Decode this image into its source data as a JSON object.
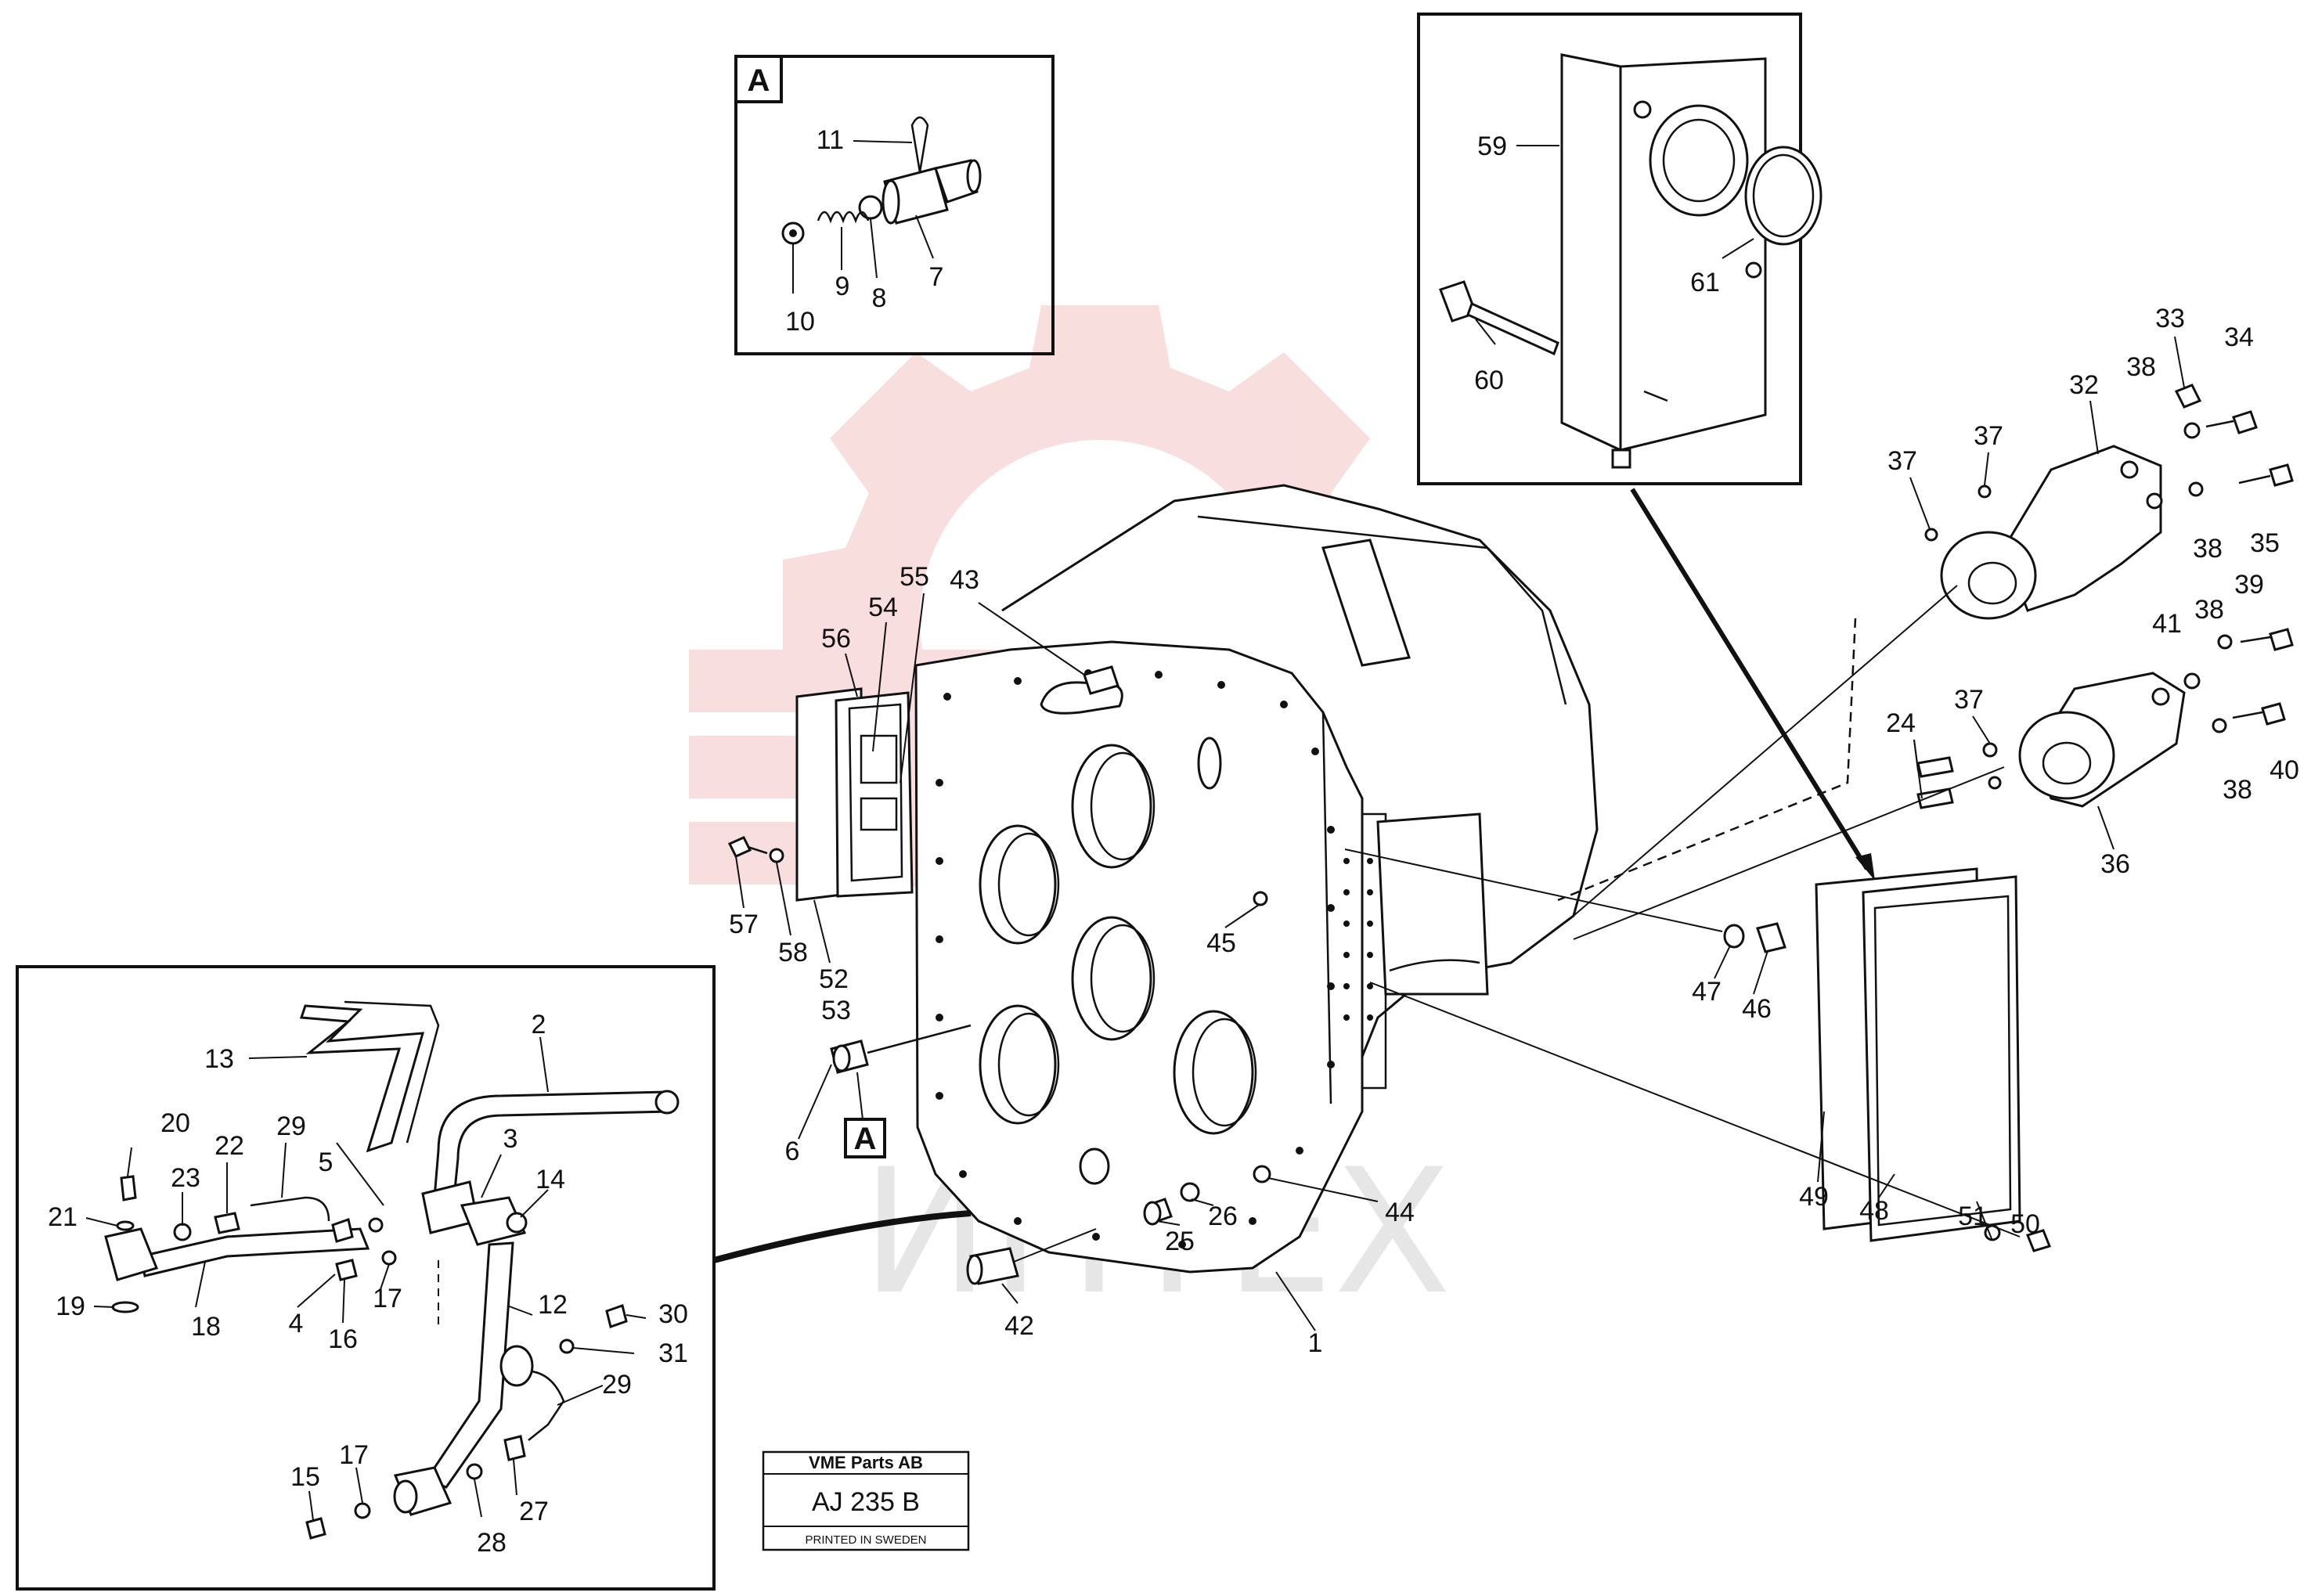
{
  "detail_a": {
    "title": "A",
    "labels": [
      "11",
      "10",
      "9",
      "8",
      "7"
    ]
  },
  "detail_b": {
    "labels": [
      "59",
      "61",
      "60"
    ]
  },
  "detail_c": {
    "labels": [
      "13",
      "2",
      "20",
      "22",
      "29",
      "5",
      "3",
      "14",
      "21",
      "23",
      "19",
      "18",
      "4",
      "16",
      "17",
      "12",
      "30",
      "31",
      "29",
      "15",
      "17",
      "27",
      "28"
    ]
  },
  "main": {
    "labels": [
      "43",
      "55",
      "54",
      "56",
      "57",
      "58",
      "52",
      "53",
      "6",
      "45",
      "25",
      "26",
      "44",
      "42",
      "1",
      "47",
      "46",
      "49",
      "48",
      "51",
      "50",
      "24",
      "37",
      "36",
      "41",
      "38",
      "39",
      "38",
      "40",
      "37",
      "37",
      "32",
      "33",
      "34",
      "38",
      "35",
      "38"
    ],
    "detail_ref": "A"
  },
  "stamp": {
    "company": "VME Parts AB",
    "code": "AJ 235 B",
    "printed": "PRINTED IN SWEDEN"
  },
  "watermark": {
    "text": "ИНТЕХ",
    "color": "#f2b8b8"
  }
}
